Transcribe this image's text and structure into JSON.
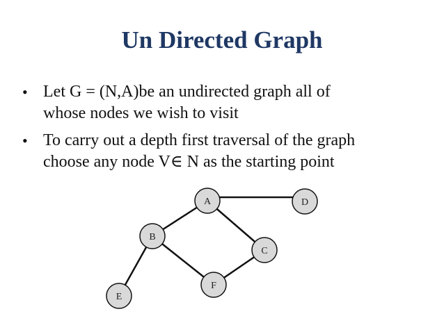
{
  "slide": {
    "title": "Un Directed Graph",
    "bullets": [
      {
        "line1": "Let G = (N,A)be an undirected graph all of",
        "line2": "whose nodes we wish to visit"
      },
      {
        "line1": "To carry out a depth first traversal of the graph",
        "line2": "choose any node V∈ N as the starting point"
      }
    ],
    "bullet_symbol": "•"
  },
  "graph": {
    "node_fill": "#d9d9d9",
    "edge_color": "#111111",
    "nodes": {
      "A": "A",
      "B": "B",
      "C": "C",
      "D": "D",
      "E": "E",
      "F": "F"
    },
    "edges": [
      [
        "A",
        "D"
      ],
      [
        "A",
        "B"
      ],
      [
        "A",
        "C"
      ],
      [
        "B",
        "E"
      ],
      [
        "B",
        "F"
      ],
      [
        "F",
        "C"
      ]
    ]
  }
}
